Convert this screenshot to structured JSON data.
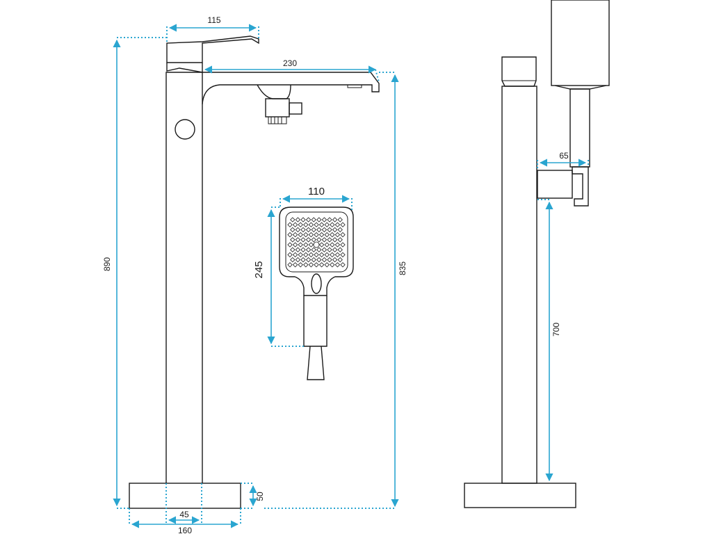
{
  "dimensions": {
    "lever_width": "115",
    "spout_reach": "230",
    "total_height": "890",
    "spout_height": "835",
    "handshower_width": "110",
    "handshower_length": "245",
    "base_height": "50",
    "column_width": "45",
    "base_width": "160",
    "holder_depth": "65",
    "holder_height": "700"
  },
  "colors": {
    "outline": "#1a1a1a",
    "dimension": "#2aa5d0",
    "background": "#ffffff"
  }
}
